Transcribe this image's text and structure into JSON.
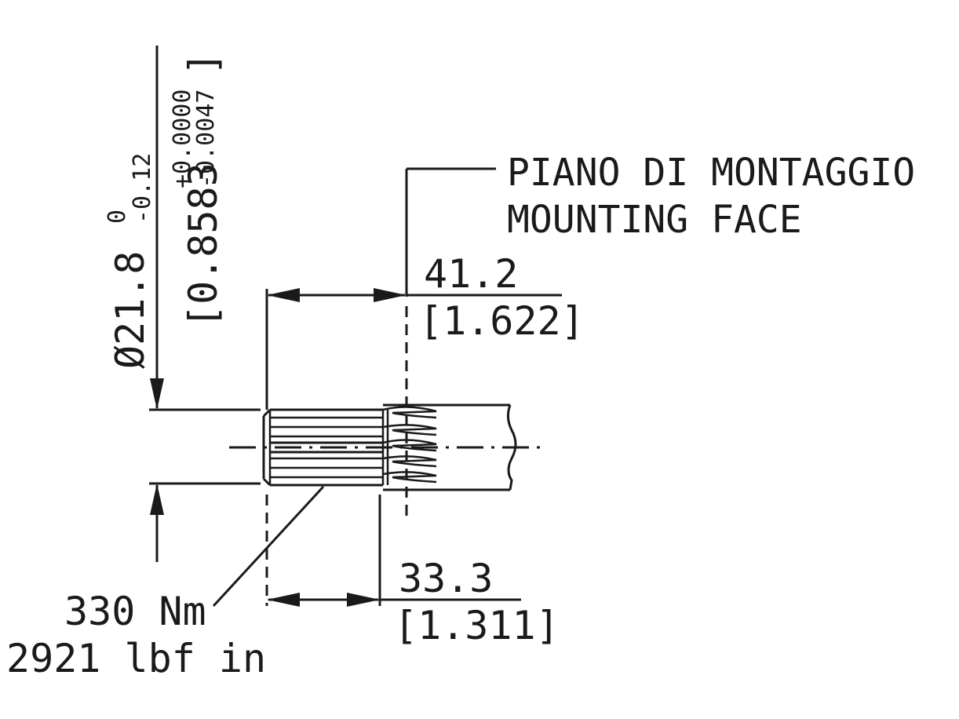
{
  "mounting_face": {
    "label_it": "PIANO DI MONTAGGIO",
    "label_en": "MOUNTING FACE"
  },
  "dim_diameter": {
    "prefix": "Ø21.8",
    "upper": "0",
    "lower": "-0.12",
    "imperial_base": "[0.8583",
    "imperial_upper": "+0.0000",
    "imperial_lower": "-0.0047",
    "imperial_close": "]"
  },
  "dim_length_total": {
    "metric": "41.2",
    "imperial": "[1.622]"
  },
  "dim_length_spline": {
    "metric": "33.3",
    "imperial": "[1.311]"
  },
  "torque": {
    "metric": "330 Nm",
    "imperial": "2921 lbf in"
  }
}
